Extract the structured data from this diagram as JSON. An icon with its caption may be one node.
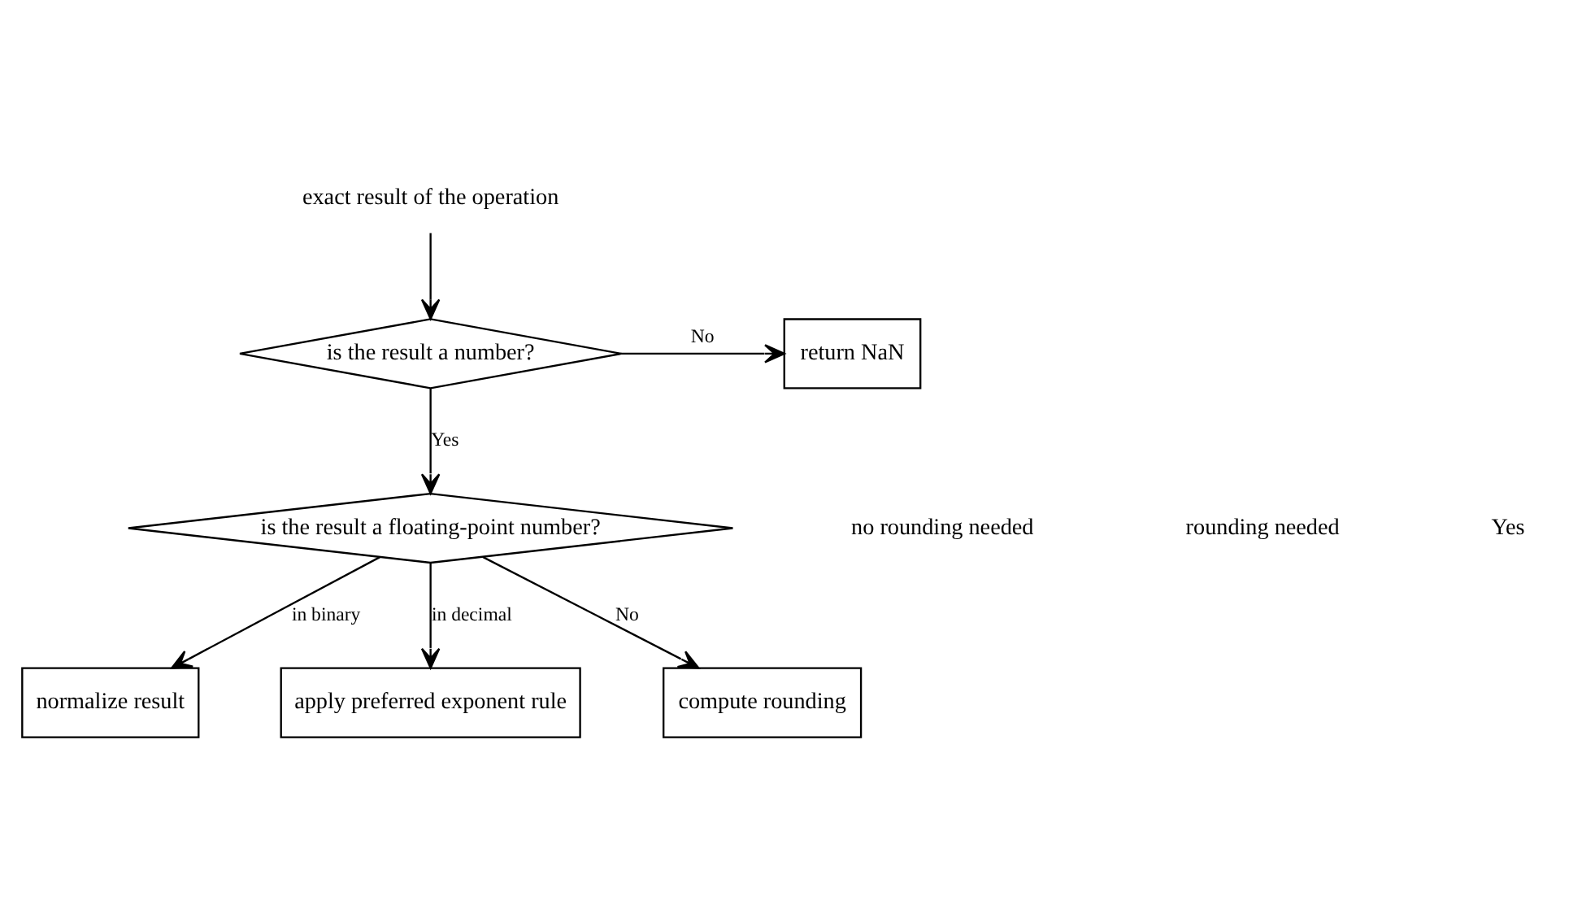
{
  "diagram": {
    "nodes": [
      {
        "text": [
          "exact result of the operation"
        ]
      },
      {
        "text": [
          "is the result a number?"
        ]
      },
      {
        "text": [
          "return NaN"
        ]
      },
      {
        "text": [
          "is the result a floating-point number?"
        ]
      },
      {
        "text": [
          "normalize result"
        ]
      },
      {
        "text": [
          "apply preferred exponent rule"
        ]
      },
      {
        "text": [
          "compute rounding"
        ]
      }
    ],
    "edges": [
      {
        "from": 0,
        "to": 1,
        "arrow": "to"
      },
      {
        "from": 1,
        "to": 2,
        "arrow": "to",
        "label": "No"
      },
      {
        "from": 1,
        "to": 3,
        "arrow": "to",
        "label": "Yes"
      },
      {
        "from": 3,
        "to": 4,
        "arrow": "to",
        "label": "in binary"
      },
      {
        "from": 3,
        "to": 5,
        "arrow": "to",
        "label": "in decimal"
      },
      {
        "from": 3,
        "to": 6,
        "arrow": "to",
        "label": "No"
      }
    ],
    "labels": [
      "no rounding needed",
      "rounding needed",
      "Yes"
    ]
  }
}
